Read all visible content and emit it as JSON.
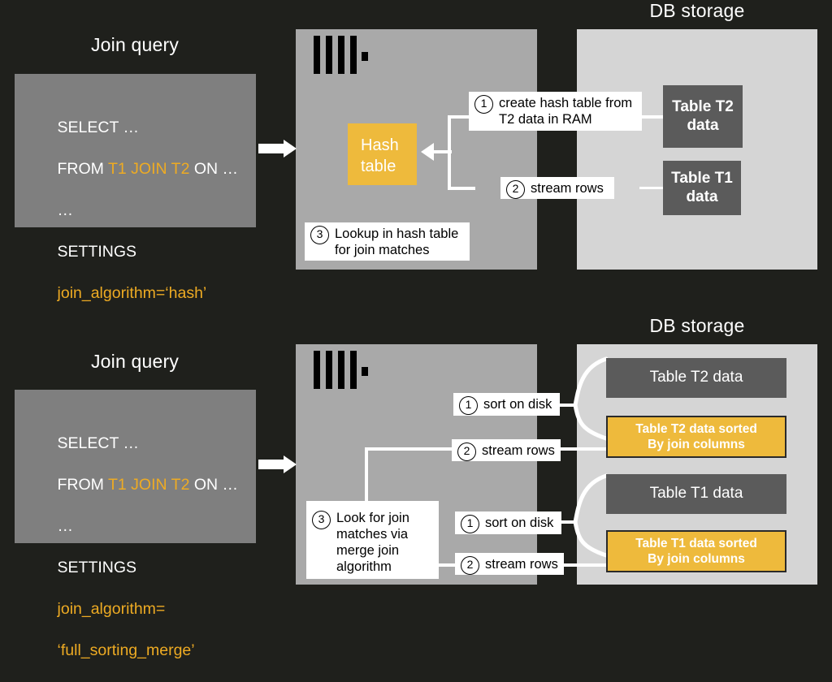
{
  "theme": {
    "background": "#1f201c",
    "panel_server": "#a9a9a9",
    "panel_storage": "#d5d5d5",
    "card_query": "#7f7f7f",
    "accent_amber": "#eeba3c",
    "table_dark": "#5b5b5b",
    "callout_bg": "#ffffff",
    "text_light": "#ffffff",
    "text_dark": "#000000"
  },
  "sections": {
    "hash": {
      "query_title": "Join query",
      "storage_title": "DB storage",
      "query_lines": [
        {
          "text": "SELECT …",
          "parts": [
            {
              "t": "SELECT …",
              "c": "white"
            }
          ]
        },
        {
          "text": "FROM T1 JOIN T2 ON …"
        },
        {
          "text": "…"
        },
        {
          "text": "SETTINGS"
        },
        {
          "text": "join_algorithm='hash'"
        }
      ],
      "query_code": {
        "l1": "SELECT …",
        "l2_from": "FROM ",
        "l2_join": "T1 JOIN T2",
        "l2_on": " ON …",
        "l3": "…",
        "l4": "SETTINGS",
        "l5": "join_algorithm=‘hash’"
      },
      "hash_box_label": "Hash\ntable",
      "callouts": [
        {
          "num": "1",
          "text": "create hash table from\nT2 data in RAM"
        },
        {
          "num": "2",
          "text": "stream rows"
        },
        {
          "num": "3",
          "text": "Lookup in hash table\nfor join matches"
        }
      ],
      "tables": [
        {
          "label": "Table T2\ndata",
          "style": "dark"
        },
        {
          "label": "Table T1\ndata",
          "style": "dark"
        }
      ]
    },
    "merge": {
      "query_title": "Join query",
      "storage_title": "DB storage",
      "query_code": {
        "l1": "SELECT …",
        "l2_from": "FROM ",
        "l2_join": "T1 JOIN T2",
        "l2_on": " ON …",
        "l3": "…",
        "l4": "SETTINGS",
        "l5": "join_algorithm=",
        "l6": "‘full_sorting_merge’"
      },
      "callouts": [
        {
          "num": "1",
          "text": "sort on disk"
        },
        {
          "num": "2",
          "text": "stream rows"
        },
        {
          "num": "1",
          "text": "sort on disk"
        },
        {
          "num": "2",
          "text": "stream rows"
        },
        {
          "num": "3",
          "text": "Look for join\nmatches via\nmerge join\nalgorithm"
        }
      ],
      "tables": [
        {
          "label": "Table T2 data",
          "style": "dark"
        },
        {
          "label": "Table T2 data sorted\nBy join columns",
          "style": "amber"
        },
        {
          "label": "Table T1 data",
          "style": "dark"
        },
        {
          "label": "Table T1 data sorted\nBy join columns",
          "style": "amber"
        }
      ]
    }
  },
  "icons": {
    "clickhouse_logo": "clickhouse-logo-bars"
  }
}
